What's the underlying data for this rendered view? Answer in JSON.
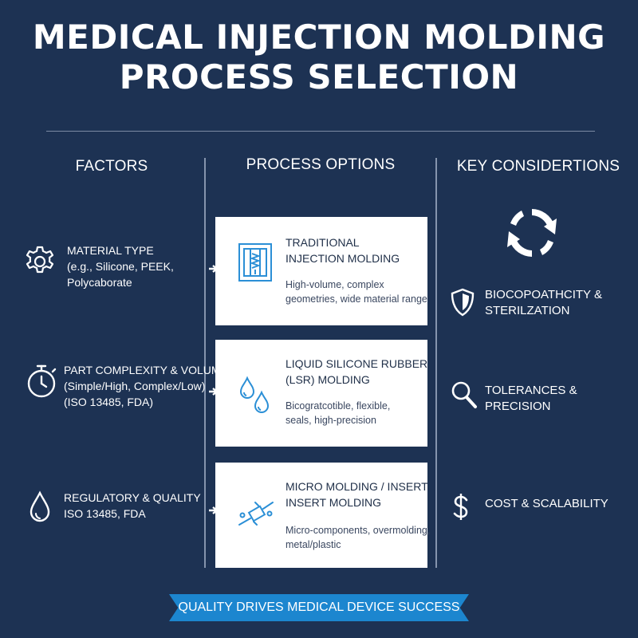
{
  "title": {
    "line1": "MEDICAL INJECTION MOLDING",
    "line2": "PROCESS SELECTION"
  },
  "columns": {
    "factors": "FACTORS",
    "process_options": "PROCESS OPTIONS",
    "key_considerations": "KEY CONSIDERTIONS"
  },
  "factors": [
    {
      "icon": "gear-icon",
      "lines": [
        "MATERIAL TYPE",
        "(e.g., Silicone, PEEK,",
        "Polycaborate"
      ]
    },
    {
      "icon": "stopwatch-icon",
      "lines": [
        "PART COMPLEXITY & VOLUME",
        "(Simple/High, Complex/Low)",
        "(ISO 13485, FDA)"
      ]
    },
    {
      "icon": "droplet-icon",
      "lines": [
        "REGULATORY & QUALITY",
        "ISO 13485, FDA"
      ]
    }
  ],
  "processes": [
    {
      "icon": "mold-press-icon",
      "title": [
        "TRADITIONAL",
        "INJECTION MOLDING"
      ],
      "desc": [
        "High-volume, complex",
        "geometries, wide material range"
      ]
    },
    {
      "icon": "droplets-icon",
      "title": [
        "LIQUID SILICONE RUBBER",
        "(LSR) MOLDING"
      ],
      "desc": [
        "Bicogratcotible, flexible,",
        "seals, high-precision"
      ]
    },
    {
      "icon": "micro-component-icon",
      "title": [
        "MICRO MOLDING / INSERT",
        "INSERT MOLDING"
      ],
      "desc": [
        "Micro-components, overmolding,",
        "metal/plastic"
      ]
    }
  ],
  "considerations": [
    {
      "icon": "cycle-arrows-icon",
      "lines": []
    },
    {
      "icon": "shield-icon",
      "lines": [
        "BIOCOPOATHCITY &",
        "STERILZATION"
      ]
    },
    {
      "icon": "magnifier-icon",
      "lines": [
        "TOLERANCES & PRECISION"
      ]
    },
    {
      "icon": "dollar-icon",
      "lines": [
        "COST & SCALABILITY"
      ]
    }
  ],
  "banner": "QUALITY DRIVES MEDICAL DEVICE SUCCESS",
  "colors": {
    "background": "#1d3253",
    "card": "#ffffff",
    "accent": "#1c86cf",
    "text": "#ffffff"
  }
}
